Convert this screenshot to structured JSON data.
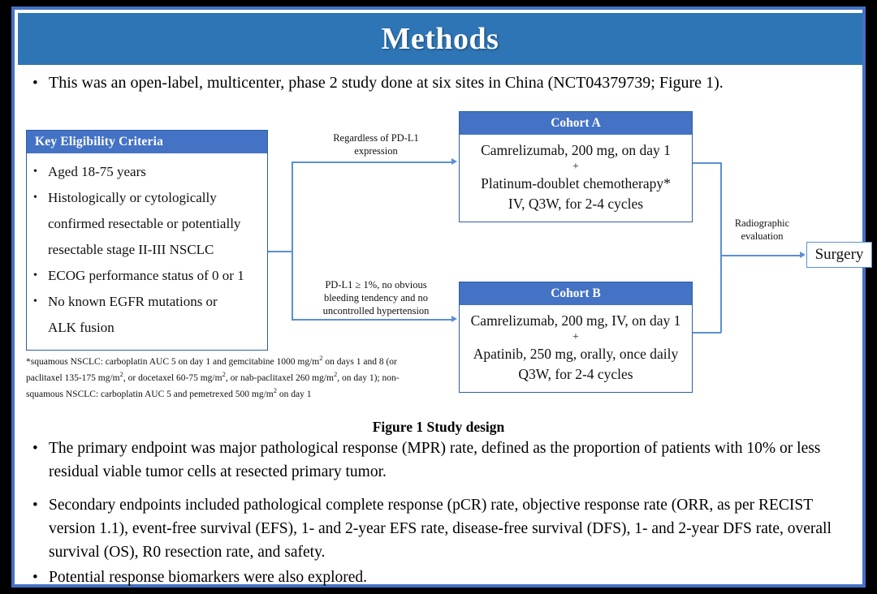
{
  "slide": {
    "title": "Methods",
    "lead_bullet": "This was an open-label, multicenter, phase 2 study done at six sites in China (NCT04379739; Figure 1).",
    "bullet_marker": "•"
  },
  "figure": {
    "caption": "Figure 1 Study design",
    "eligibility": {
      "header": "Key  Eligibility Criteria",
      "items": [
        "Aged 18-75 years",
        "Histologically or cytologically",
        "confirmed resectable or potentially",
        "resectable stage II-III  NSCLC",
        "ECOG performance status of 0 or 1",
        "No known EGFR mutations or",
        "ALK fusion"
      ],
      "bulleted": [
        true,
        true,
        false,
        false,
        true,
        true,
        false
      ]
    },
    "footnote_lines": [
      "*squamous NSCLC: carboplatin AUC 5 on day 1 and gemcitabine 1000 mg/m2 on days 1 and 8 (or",
      "paclitaxel 135-175 mg/m2, or docetaxel 60-75 mg/m2, or nab-paclitaxel 260 mg/m2, on day 1); non-",
      "squamous NSCLC: carboplatin AUC 5 and pemetrexed 500 mg/m2 on day 1"
    ],
    "cohort_a": {
      "header": "Cohort A",
      "line1": "Camrelizumab, 200 mg, on day 1",
      "plus": "+",
      "line2": "Platinum-doublet chemotherapy*",
      "line3": "IV, Q3W, for 2-4 cycles"
    },
    "cohort_b": {
      "header": "Cohort B",
      "line1": "Camrelizumab, 200 mg, IV, on day 1",
      "plus": "+",
      "line2": "Apatinib, 250 mg, orally, once daily",
      "line3": "Q3W, for 2-4 cycles"
    },
    "connector_a_label_line1": "Regardless  of PD-L1",
    "connector_a_label_line2": "expression",
    "connector_b_label_line1": "PD-L1 ≥ 1%, no obvious",
    "connector_b_label_line2": "bleeding tendency and no",
    "connector_b_label_line3": "uncontrolled  hypertension",
    "radiographic_label_line1": "Radiographic",
    "radiographic_label_line2": "evaluation",
    "surgery": "Surgery"
  },
  "body_bullets": [
    "The primary endpoint was major pathological response (MPR) rate, defined as the proportion of patients with 10% or less residual viable tumor cells at resected primary tumor.",
    "Secondary endpoints included pathological complete response (pCR) rate, objective response rate (ORR, as per RECIST version 1.1), event-free survival (EFS), 1- and 2-year EFS rate, disease-free survival (DFS), 1- and 2-year DFS rate, overall survival (OS), R0 resection rate, and safety.",
    "Potential response biomarkers were also explored."
  ],
  "colors": {
    "title_bar": "#2E75B6",
    "card_header": "#4472C4",
    "connector": "#5B8FD4",
    "frame": "#4472C4",
    "background": "#000000"
  }
}
